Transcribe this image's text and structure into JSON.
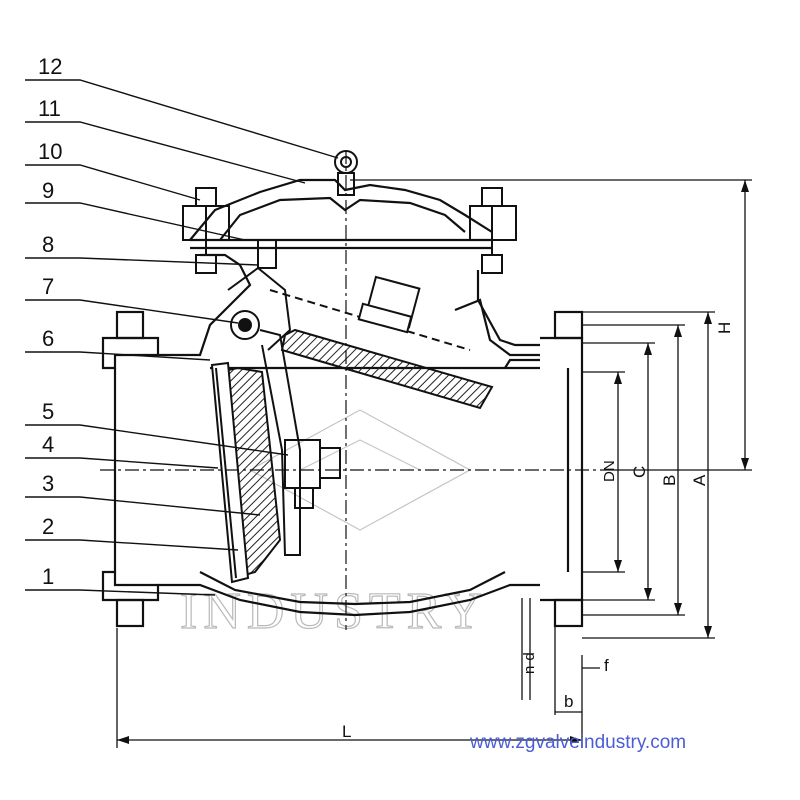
{
  "part_labels": [
    "1",
    "2",
    "3",
    "4",
    "5",
    "6",
    "7",
    "8",
    "9",
    "10",
    "11",
    "12"
  ],
  "dimensions": {
    "H": "H",
    "A": "A",
    "B": "B",
    "C": "C",
    "DN": "DN",
    "L": "L",
    "b": "b",
    "f": "f",
    "n_d": "n-d"
  },
  "watermark": {
    "ghost_text": "INDUSTRY",
    "url": "www.zgvalveindustry.com"
  },
  "colors": {
    "line": "#111111",
    "watermark": "#4a5cd6",
    "ghost": "#b9b9b9"
  }
}
